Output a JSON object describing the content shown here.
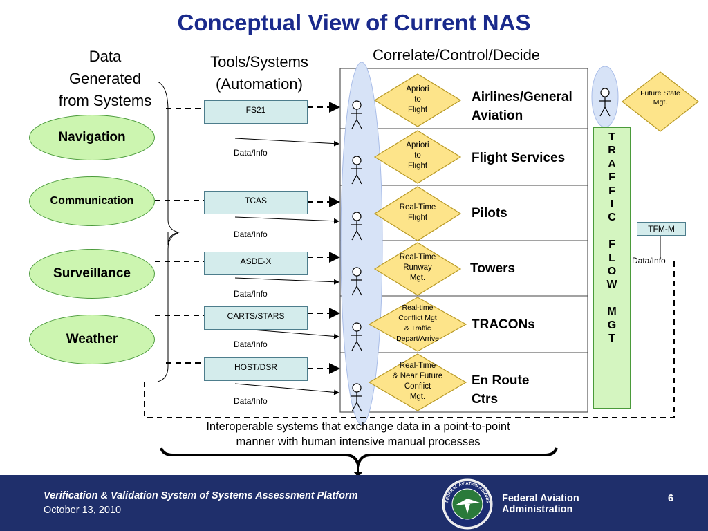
{
  "title": "Conceptual View of Current NAS",
  "headers": {
    "data": [
      "Data",
      "Generated",
      "from Systems"
    ],
    "tools": [
      "Tools/Systems",
      "(Automation)"
    ],
    "correlate": "Correlate/Control/Decide"
  },
  "sources": [
    "Navigation",
    "Communication",
    "Surveillance",
    "Weather"
  ],
  "tools": [
    "FS21",
    "TCAS",
    "ASDE-X",
    "CARTS/STARS",
    "HOST/DSR"
  ],
  "data_info": "Data/Info",
  "decisions": [
    [
      "Apriori",
      "to",
      "Flight"
    ],
    [
      "Apriori",
      "to",
      "Flight"
    ],
    [
      "Real-Time",
      "Flight"
    ],
    [
      "Real-Time",
      "Runway",
      "Mgt."
    ],
    [
      "Real-time",
      "Conflict Mgt",
      "& Traffic",
      "Depart/Arrive"
    ],
    [
      "Real-Time",
      "&  Near Future",
      "Conflict",
      "Mgt."
    ]
  ],
  "stakeholders": [
    [
      "Airlines/General",
      "Aviation"
    ],
    [
      "Flight Services"
    ],
    [
      "Pilots"
    ],
    [
      "Towers"
    ],
    [
      "TRACONs"
    ],
    [
      "En Route",
      "Ctrs"
    ]
  ],
  "traffic_flow": [
    "T",
    "R",
    "A",
    "F",
    "F",
    "I",
    "C",
    "",
    "F",
    "L",
    "O",
    "W",
    "",
    "M",
    "G",
    "T"
  ],
  "future_state": [
    "Future State",
    "Mgt."
  ],
  "tfm": "TFM-M",
  "tfm_data": "Data/Info",
  "caption": [
    "Interoperable systems that exchange data in a point-to-point",
    "manner with human intensive manual processes"
  ],
  "footer": {
    "platform": "Verification & Validation System of Systems Assessment Platform",
    "date": "October 13, 2010",
    "agency": [
      "Federal Aviation",
      "Administration"
    ],
    "page": "6",
    "seal_ring": "FEDERAL AVIATION ADMINISTRATION"
  },
  "colors": {
    "title": "#1a2a8c",
    "oval_fill": "#ccf5b0",
    "tool_fill": "#d4ecec",
    "diamond_fill": "#fde48a",
    "column_fill": "#d7e3f7",
    "footer_bg": "#1f2f6b"
  }
}
